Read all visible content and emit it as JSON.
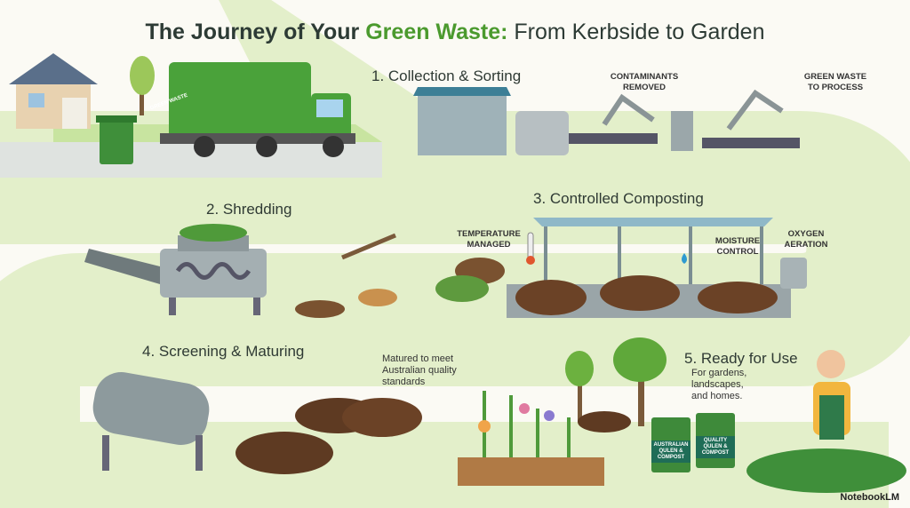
{
  "title": {
    "part1": "The Journey of Your ",
    "highlight": "Green Waste:",
    "part2": " From Kerbside to Garden"
  },
  "steps": [
    {
      "label": "1. Collection & Sorting",
      "captions": [
        "Contaminants Removed",
        "Green Waste To Process"
      ]
    },
    {
      "label": "2. Shredding"
    },
    {
      "label": "3. Controlled Composting",
      "captions": [
        "Temperature Managed",
        "Moisture Control",
        "Oxygen Aeration"
      ]
    },
    {
      "label": "4. Screening & Maturing",
      "note": "Matured to meet Australian quality standards"
    },
    {
      "label": "5. Ready for Use",
      "note": "For gardens, landscapes, and homes."
    }
  ],
  "bin_label": "GREEN WASTE",
  "bags": [
    "AUSTRALIAN QULEN & COMPOST",
    "QUALITY QULEN & COMPOST"
  ],
  "brand": "NotebookLM",
  "colors": {
    "accent_green": "#4b9a2e",
    "path_green": "#a8d27a",
    "soil": "#6b4226"
  }
}
